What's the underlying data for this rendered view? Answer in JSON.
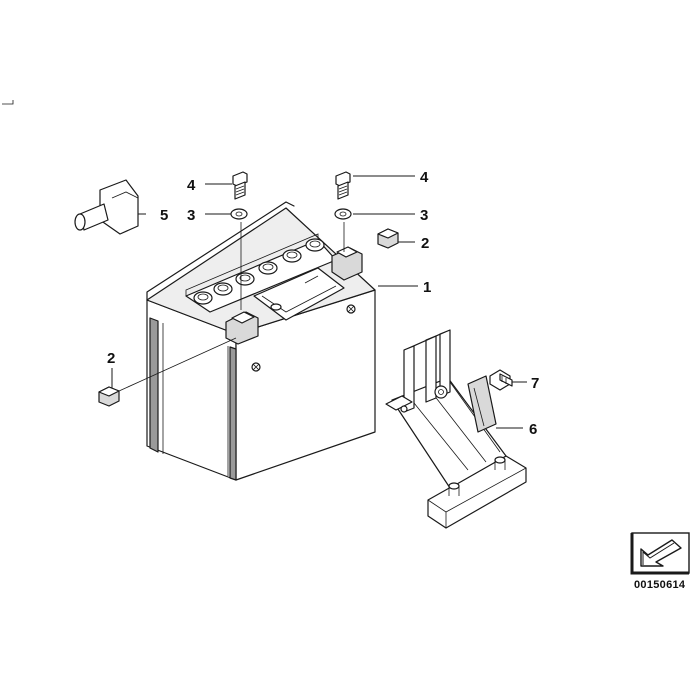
{
  "diagram": {
    "callouts": {
      "c1": "1",
      "c2a": "2",
      "c2b": "2",
      "c3a": "3",
      "c3b": "3",
      "c4a": "4",
      "c4b": "4",
      "c5": "5",
      "c6": "6",
      "c7": "7"
    },
    "doc_number": "00150614",
    "icons": {
      "corner_badge": "arrow-pointing-down-left-icon"
    }
  }
}
